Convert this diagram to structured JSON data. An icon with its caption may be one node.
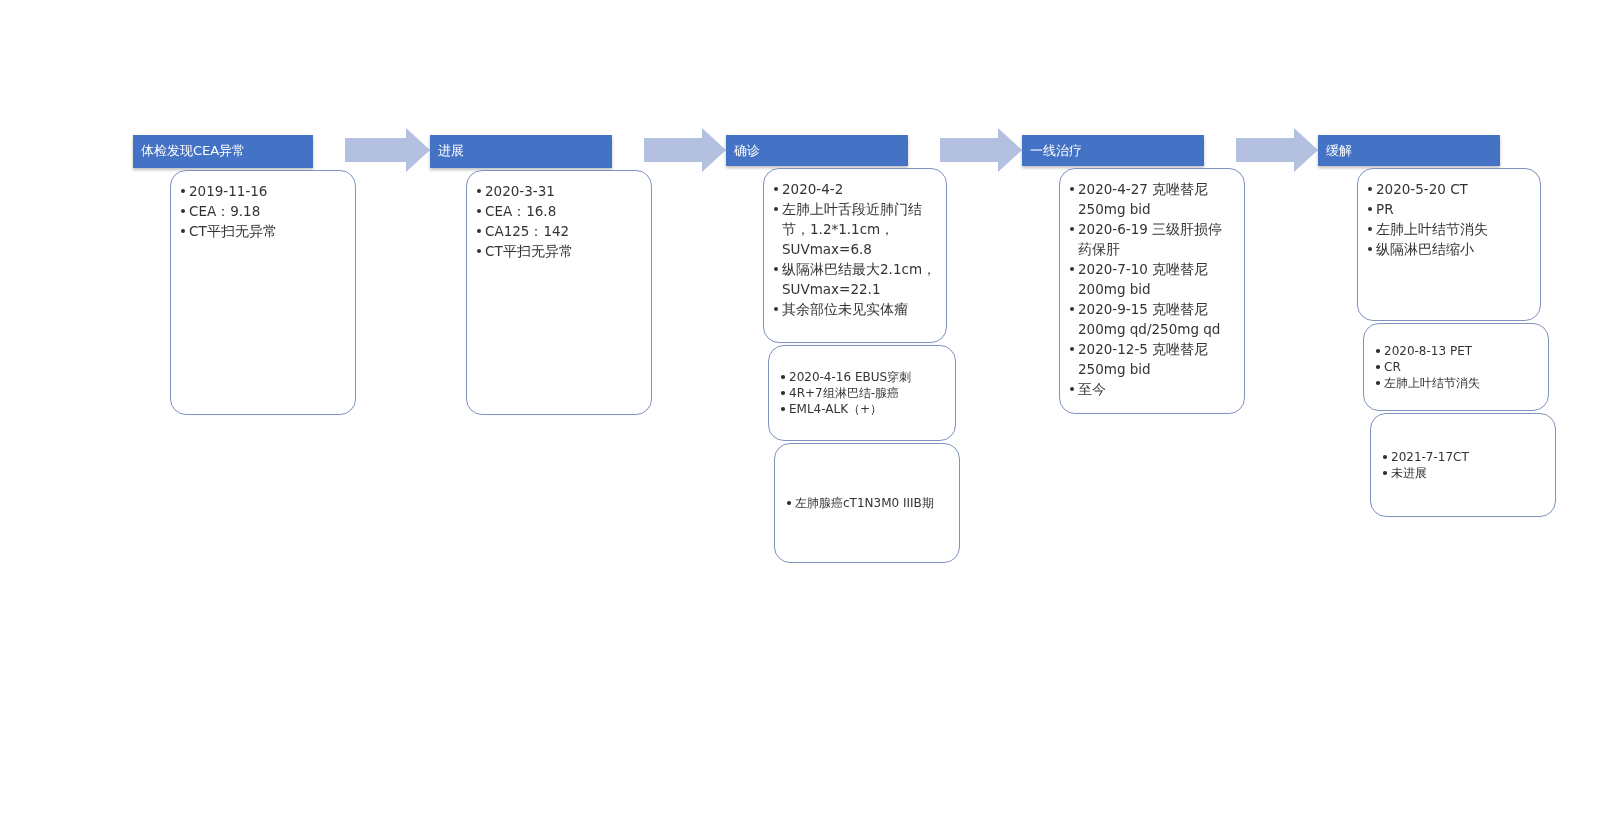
{
  "diagram": {
    "nodes": [
      {
        "text": [
          "体检发现CEA异常"
        ]
      },
      {
        "text": [
          "2019-11-16",
          "CEA：9.18",
          "CT平扫无异常"
        ]
      },
      {
        "text": [
          "进展"
        ]
      },
      {
        "text": [
          "2020-3-31",
          "CEA：16.8",
          "CA125：142",
          "CT平扫无异常"
        ]
      },
      {
        "text": [
          "确诊"
        ]
      },
      {
        "text": [
          "2020-4-2",
          "左肺上叶舌段近肺门结节，1.2*1.1cm，SUVmax=6.8",
          "纵隔淋巴结最大2.1cm，SUVmax=22.1",
          "其余部位未见实体瘤"
        ]
      },
      {
        "text": [
          "2020-4-16 EBUS穿刺",
          "4R+7组淋巴结-腺癌",
          "EML4-ALK（+）"
        ]
      },
      {
        "text": [
          "左肺腺癌cT1N3M0 IIIB期"
        ]
      },
      {
        "text": [
          "一线治疗"
        ]
      },
      {
        "text": [
          "2020-4-27 克唑替尼 250mg bid",
          "2020-6-19 三级肝损停药保肝",
          "2020-7-10 克唑替尼 200mg bid",
          "2020-9-15 克唑替尼 200mg qd/250mg qd",
          "2020-12-5 克唑替尼 250mg bid",
          "至今"
        ]
      },
      {
        "text": [
          "缓解"
        ]
      },
      {
        "text": [
          "2020-5-20 CT",
          "PR",
          "左肺上叶结节消失",
          "纵隔淋巴结缩小"
        ]
      },
      {
        "text": [
          "2020-8-13 PET",
          "CR",
          "左肺上叶结节消失"
        ]
      },
      {
        "text": [
          "2021-7-17CT",
          "未进展"
        ]
      }
    ],
    "edges": [
      {
        "from": 0,
        "to": 2,
        "arrow": "to"
      },
      {
        "from": 2,
        "to": 4,
        "arrow": "to"
      },
      {
        "from": 4,
        "to": 8,
        "arrow": "to"
      },
      {
        "from": 8,
        "to": 10,
        "arrow": "to"
      }
    ]
  }
}
